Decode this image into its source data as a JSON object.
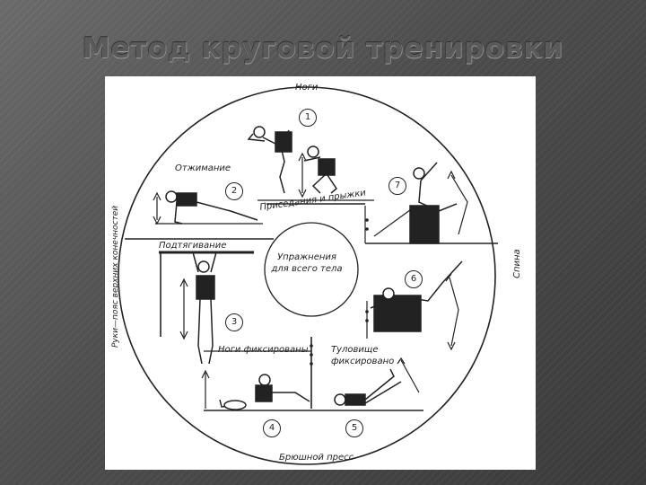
{
  "slide": {
    "title": "Метод круговой тренировки"
  },
  "diagram": {
    "center_label_line1": "Упражнения",
    "center_label_line2": "для всего тела",
    "labels": {
      "legs": "Ноги",
      "pushups": "Отжимание",
      "squats_jumps": "Приседания и прыжки",
      "pullups": "Подтягивание",
      "arms_shoulder": "Руки—пояс верхних конечностей",
      "back": "Спина",
      "legs_fixed": "Ноги фиксированы",
      "torso_fixed_line1": "Туловище",
      "torso_fixed_line2": "фиксировано",
      "abs": "Брюшной пресс"
    },
    "stations": [
      "1",
      "2",
      "3",
      "4",
      "5",
      "6",
      "7"
    ]
  }
}
